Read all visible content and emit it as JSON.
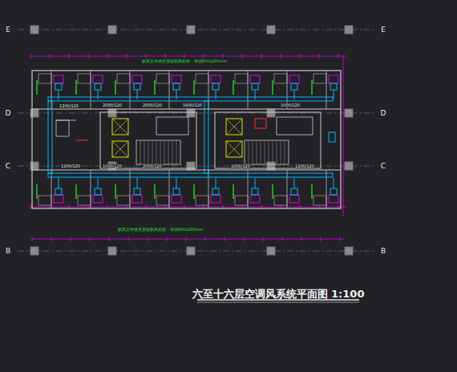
{
  "diagram": {
    "title": "六至十六层空调风系统平面图 1:100",
    "labels": [
      "E",
      "E",
      "D",
      "D",
      "C",
      "C",
      "B",
      "B",
      "1200/120",
      "2000/120",
      "2500/120",
      "1600/120",
      "1000/120",
      "1200/120",
      "1000/120",
      "2000/120",
      "1000/120",
      "1200/120",
      "新风支管接至屋面新风机组，管径800x200mm",
      "新风支管接至屋面新风机组，管径800x200mm"
    ]
  }
}
